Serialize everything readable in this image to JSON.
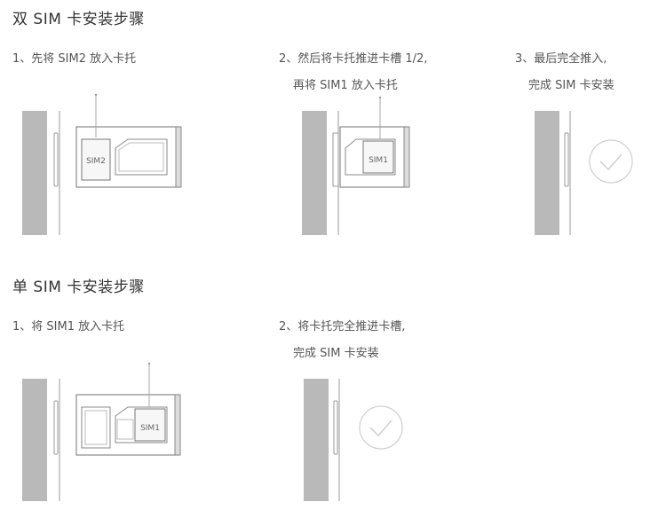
{
  "dual": {
    "title": "双 SIM 卡安装步骤",
    "steps": [
      {
        "line1": "1、先将 SIM2 放入卡托",
        "line2": ""
      },
      {
        "line1": "2、然后将卡托推进卡槽 1/2,",
        "line2": "再将 SIM1 放入卡托"
      },
      {
        "line1": "3、最后完全推入,",
        "line2": "完成 SIM 卡安装"
      }
    ],
    "fig_labels": {
      "sim2": "SIM2",
      "sim1": "SIM1"
    }
  },
  "single": {
    "title": "单 SIM 卡安装步骤",
    "steps": [
      {
        "line1": "1、将 SIM1 放入卡托",
        "line2": ""
      },
      {
        "line1": "2、将卡托完全推进卡槽,",
        "line2": "完成 SIM 卡安装"
      }
    ],
    "fig_labels": {
      "sim1": "SIM1"
    }
  },
  "colors": {
    "phone_body": "#b9b9b9",
    "line": "#9a9a9a",
    "check": "#cfcfcf"
  },
  "icons": [
    "checkmark-circle-icon"
  ]
}
